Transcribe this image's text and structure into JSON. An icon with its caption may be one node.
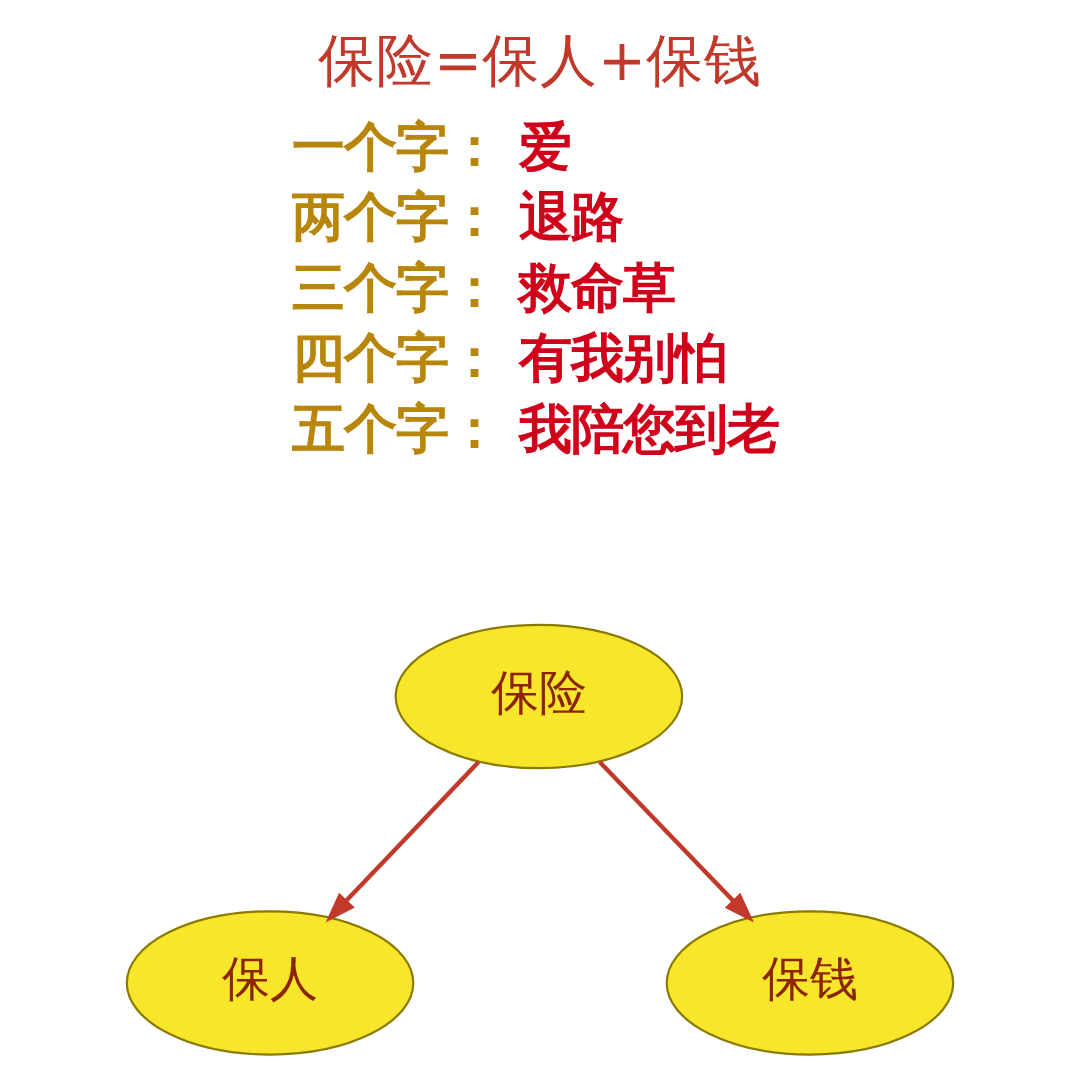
{
  "diagram": {
    "title": "保险=保人+保钱",
    "nodes": [
      {
        "text": [
          "保险"
        ]
      },
      {
        "text": [
          "保人"
        ]
      },
      {
        "text": [
          "保钱"
        ]
      }
    ],
    "edges": [
      {
        "from": 0,
        "to": 1,
        "arrow": "to"
      },
      {
        "from": 0,
        "to": 2,
        "arrow": "to"
      }
    ],
    "labels": [
      "一个字：",
      "爱",
      "两个字：",
      "退路",
      "三个字：",
      "救命草",
      "四个字：",
      "有我别怕",
      "五个字：",
      "我陪您到老"
    ]
  }
}
